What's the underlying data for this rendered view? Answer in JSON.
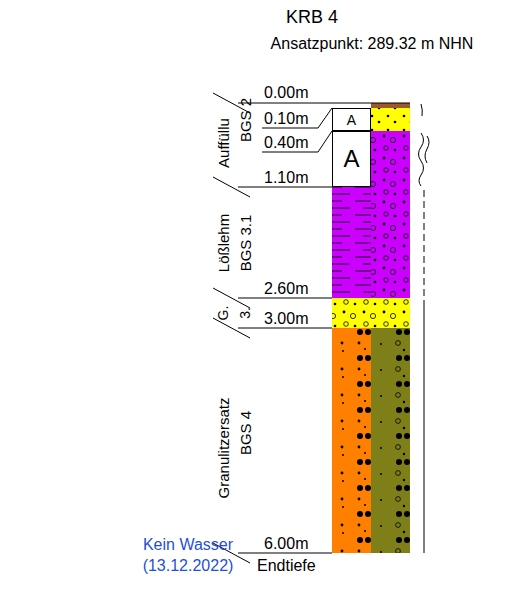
{
  "diagram": {
    "title": "KRB 4",
    "nodes": [
      {
        "text": [
          "A"
        ]
      },
      {
        "text": [
          "A"
        ]
      }
    ],
    "labels": [
      "Ansatzpunkt: 289.32 m NHN",
      "0.00m",
      "0.10m",
      "0.40m",
      "1.10m",
      "2.60m",
      "3.00m",
      "6.00m",
      "Endtiefe",
      "Auffüllu",
      "BGS 2",
      "Lößlehm",
      "BGS 3.1",
      "G.",
      "3.",
      "Granulitzersatz",
      "BGS 4",
      "Kein Wasser",
      "(13.12.2022)"
    ]
  }
}
